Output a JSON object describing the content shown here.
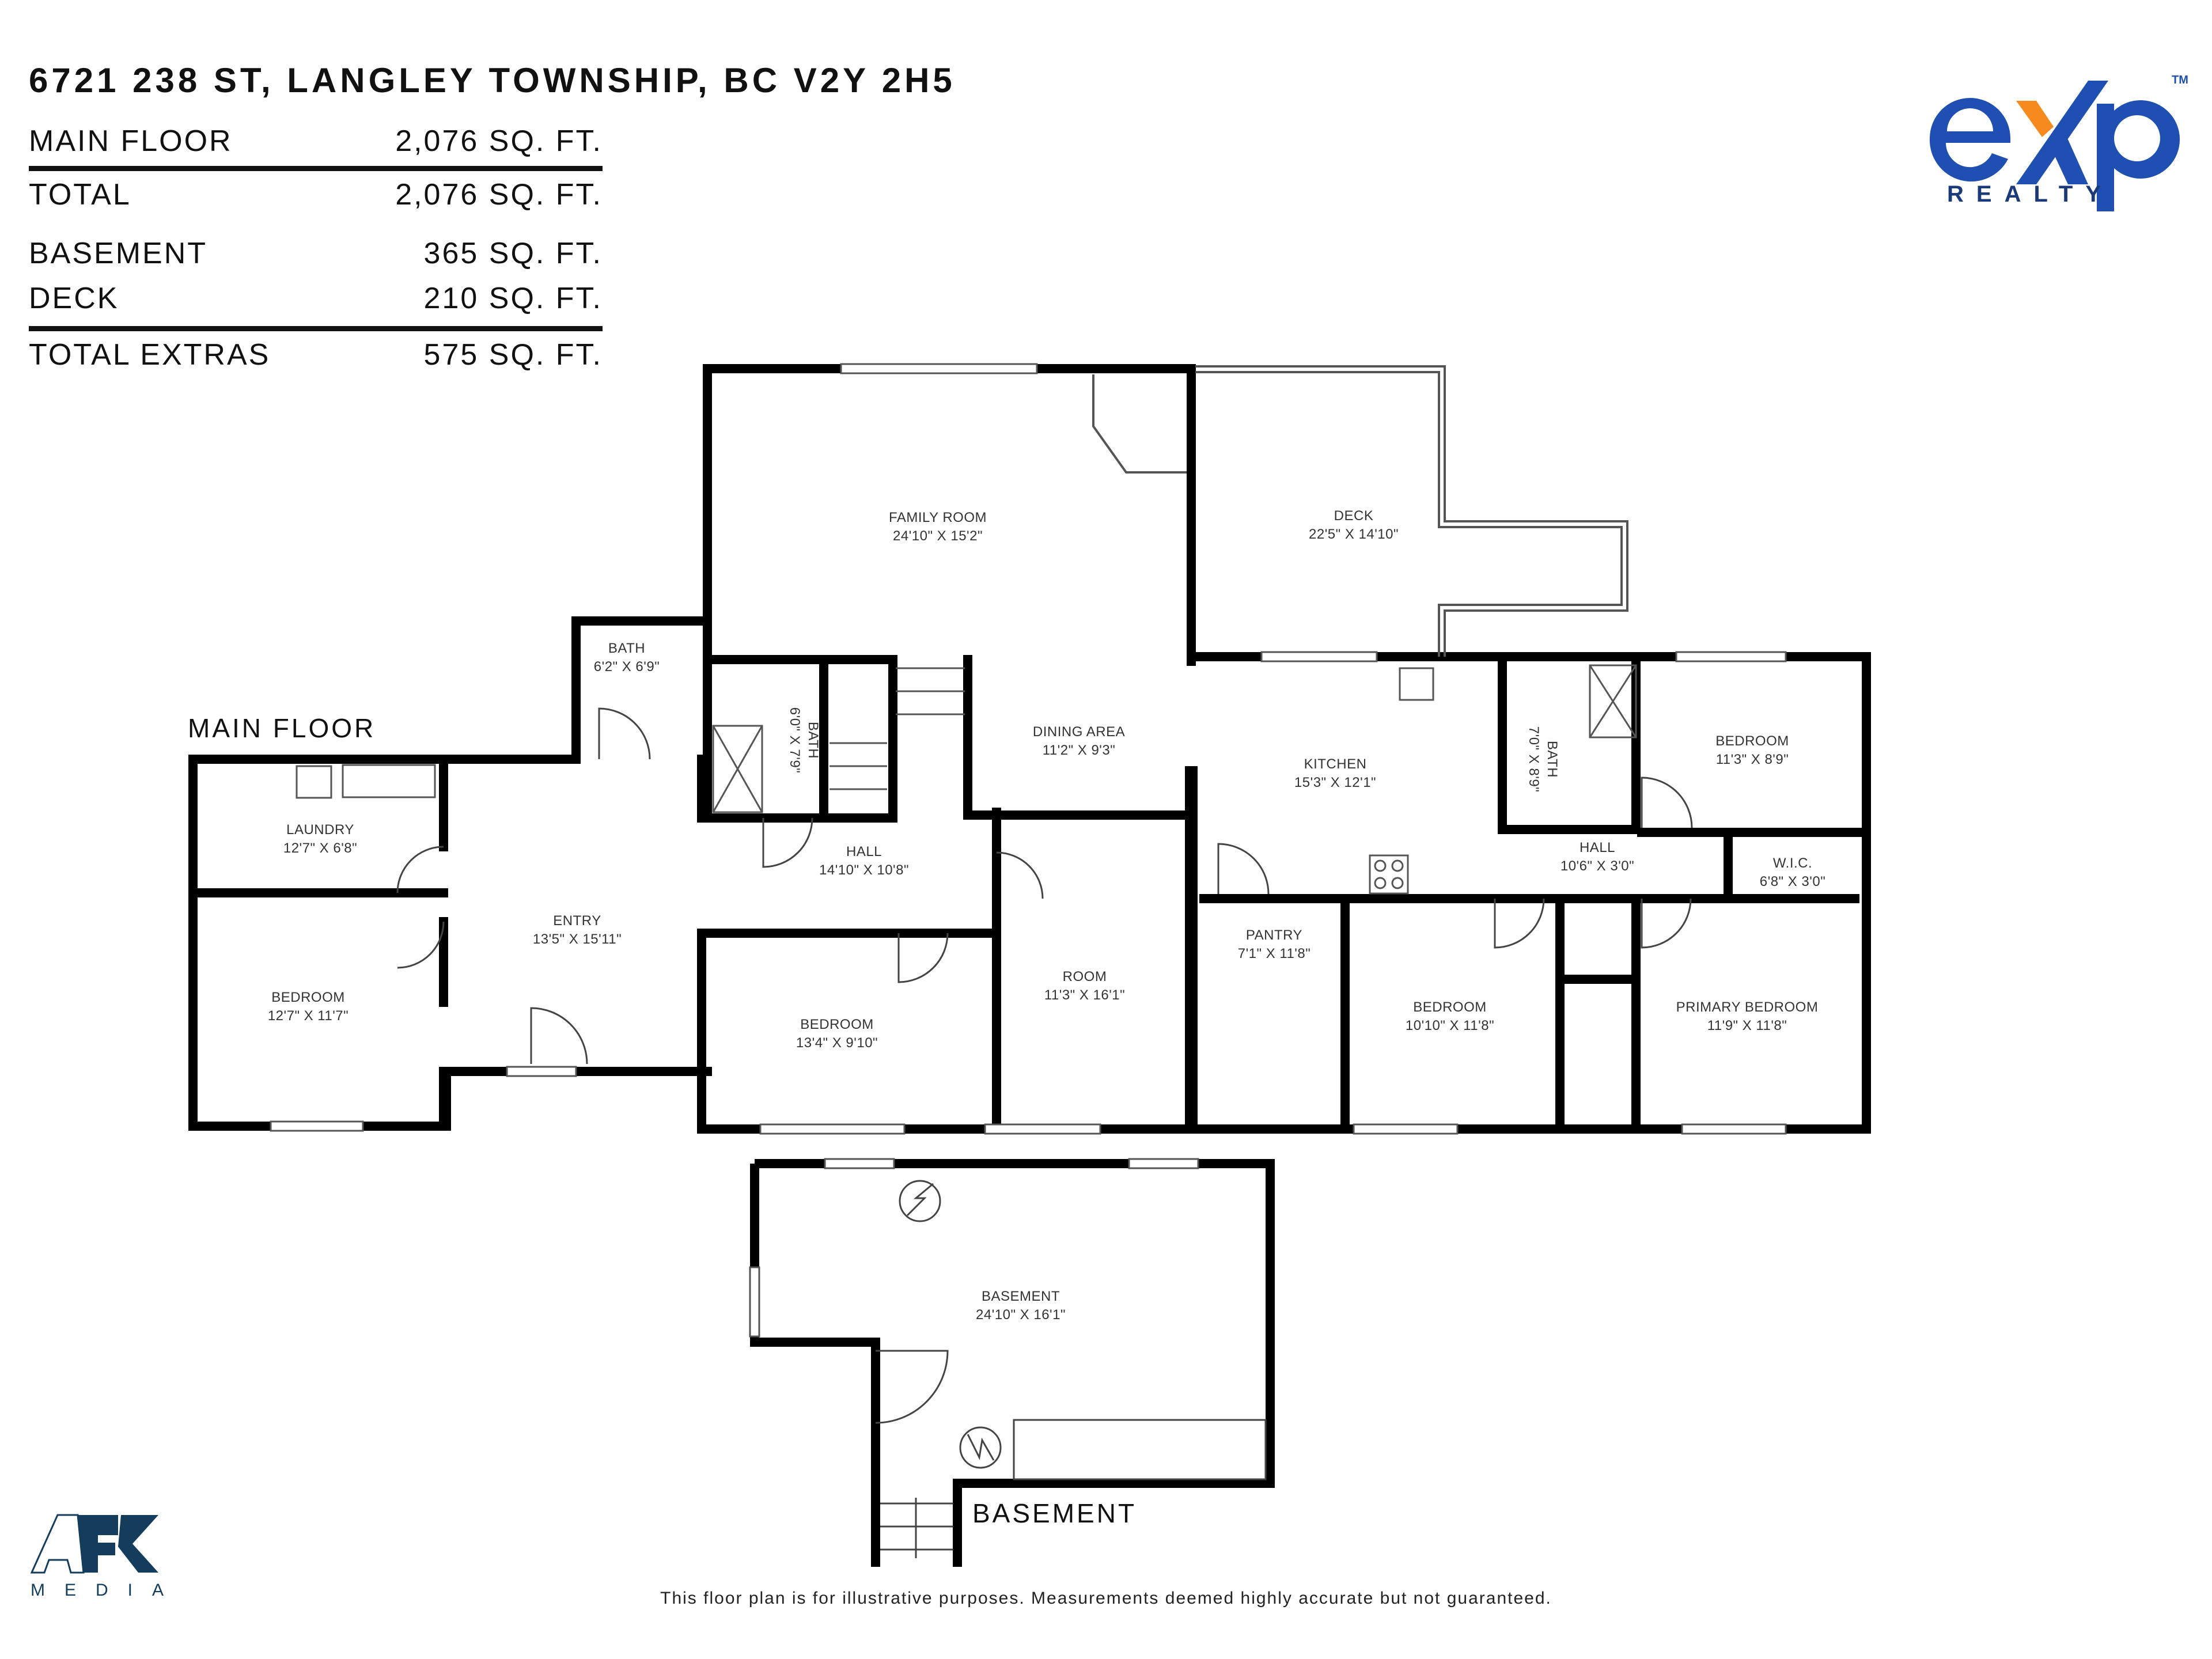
{
  "header": {
    "address": "6721 238 ST, LANGLEY TOWNSHIP, BC V2Y 2H5"
  },
  "area_summary": {
    "main": [
      {
        "label": "MAIN FLOOR",
        "value": "2,076 SQ. FT."
      }
    ],
    "total": {
      "label": "TOTAL",
      "value": "2,076 SQ. FT."
    },
    "extras": [
      {
        "label": "BASEMENT",
        "value": "365 SQ. FT."
      },
      {
        "label": "DECK",
        "value": "210 SQ. FT."
      }
    ],
    "total_extras": {
      "label": "TOTAL EXTRAS",
      "value": "575 SQ. FT."
    }
  },
  "brand": {
    "exp_logo": {
      "wordmark": "eXp",
      "subtitle": "REALTY",
      "trademark": "TM",
      "blue": "#1f4fb0",
      "orange": "#f58a1f"
    },
    "afk_logo": {
      "wordmark": "AFK",
      "subtitle": "MEDIA",
      "navy": "#143d5c"
    }
  },
  "floors": {
    "main": {
      "label": "MAIN FLOOR",
      "rooms": [
        {
          "name": "FAMILY ROOM",
          "dims": "24'10\" X 15'2\""
        },
        {
          "name": "DECK",
          "dims": "22'5\" X 14'10\""
        },
        {
          "name": "BATH",
          "dims": "6'2\" X 6'9\""
        },
        {
          "name": "BATH",
          "dims": "6'0\" X 7'9\""
        },
        {
          "name": "DINING AREA",
          "dims": "11'2\" X 9'3\""
        },
        {
          "name": "KITCHEN",
          "dims": "15'3\" X 12'1\""
        },
        {
          "name": "BATH",
          "dims": "7'0\" X 8'9\""
        },
        {
          "name": "BEDROOM",
          "dims": "11'3\" X 8'9\""
        },
        {
          "name": "LAUNDRY",
          "dims": "12'7\" X 6'8\""
        },
        {
          "name": "HALL",
          "dims": "14'10\" X 10'8\""
        },
        {
          "name": "HALL",
          "dims": "10'6\" X 3'0\""
        },
        {
          "name": "W.I.C.",
          "dims": "6'8\" X 3'0\""
        },
        {
          "name": "ENTRY",
          "dims": "13'5\" X 15'11\""
        },
        {
          "name": "ROOM",
          "dims": "11'3\" X 16'1\""
        },
        {
          "name": "PANTRY",
          "dims": "7'1\" X 11'8\""
        },
        {
          "name": "BEDROOM",
          "dims": "12'7\" X 11'7\""
        },
        {
          "name": "BEDROOM",
          "dims": "13'4\" X 9'10\""
        },
        {
          "name": "BEDROOM",
          "dims": "10'10\" X 11'8\""
        },
        {
          "name": "PRIMARY BEDROOM",
          "dims": "11'9\" X 11'8\""
        }
      ]
    },
    "basement": {
      "label": "BASEMENT",
      "rooms": [
        {
          "name": "BASEMENT",
          "dims": "24'10\" X 16'1\""
        }
      ]
    }
  },
  "footer": {
    "disclaimer": "This floor plan is for illustrative purposes. Measurements deemed highly accurate but not guaranteed."
  }
}
